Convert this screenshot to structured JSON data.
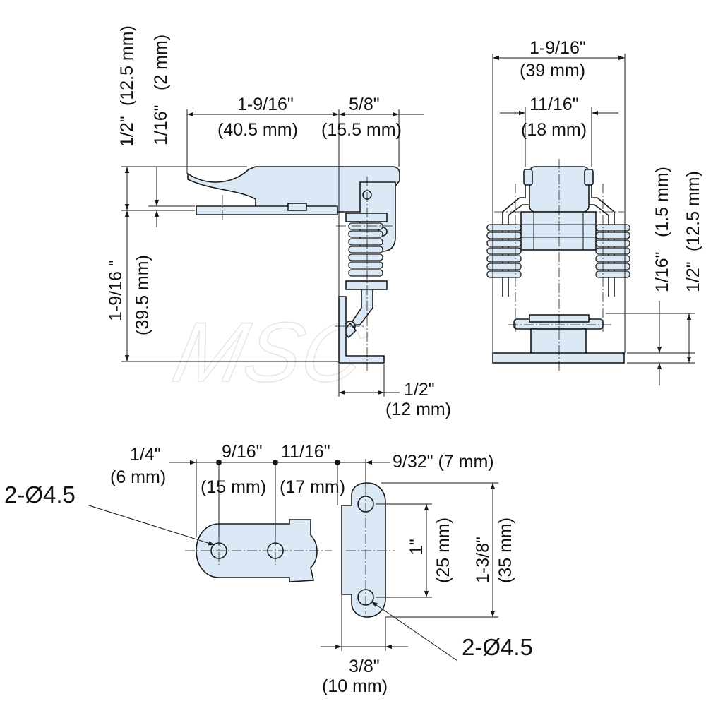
{
  "watermark": "MSC",
  "side_view": {
    "dim_top_left": "1-9/16\"",
    "dim_top_left_mm": "(40.5 mm)",
    "dim_top_right": "5/8\"",
    "dim_top_right_mm": "(15.5 mm)",
    "dim_v_half": "1/2\"",
    "dim_v_half_mm": "(12.5 mm)",
    "dim_v_sixteenth": "1/16\"",
    "dim_v_sixteenth_mm": "(2 mm)",
    "dim_height": "1-9/16 \"",
    "dim_height_mm": "(39.5 mm)",
    "dim_bottom": "1/2\"",
    "dim_bottom_mm": "(12 mm)"
  },
  "front_view": {
    "dim_overall": "1-9/16\"",
    "dim_overall_mm": "(39 mm)",
    "dim_inner": "11/16\"",
    "dim_inner_mm": "(18 mm)",
    "dim_v_sixteenth": "1/16\"",
    "dim_v_sixteenth_mm": "(1.5 mm)",
    "dim_v_half": "1/2\"",
    "dim_v_half_mm": "(12.5 mm)"
  },
  "plan_view": {
    "dim_a": "1/4\"",
    "dim_a_mm": "(6 mm)",
    "dim_b": "9/16\"",
    "dim_b_mm": "(15 mm)",
    "dim_c": "11/16\"",
    "dim_c_mm": "(17 mm)",
    "dim_d": "9/32\" (7 mm)",
    "hole_left": "2-Ø4.5",
    "hole_right": "2-Ø4.5",
    "dim_hole_spacing": "1\"",
    "dim_hole_spacing_mm": "(25 mm)",
    "dim_plate_height": "1-3/8\"",
    "dim_plate_height_mm": "(35 mm)",
    "dim_plate_width": "3/8\"",
    "dim_plate_width_mm": "(10 mm)"
  }
}
